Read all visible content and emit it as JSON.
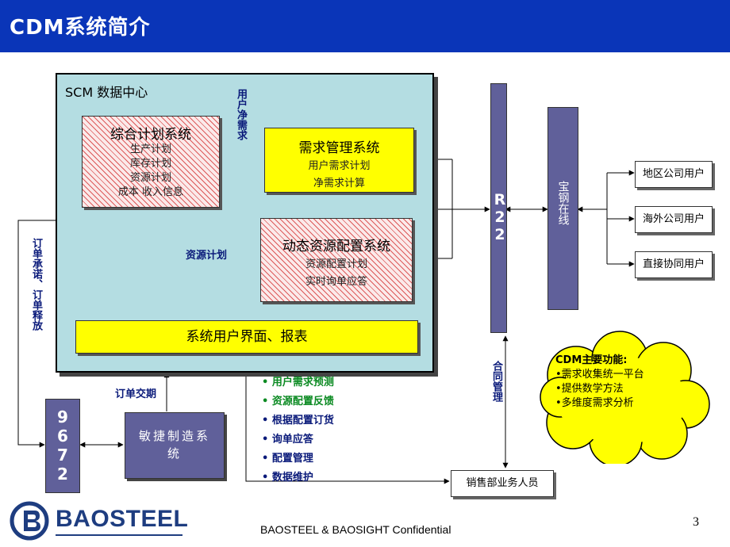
{
  "title": "CDM系统简介",
  "scm_label": "SCM 数据中心",
  "zonghe": {
    "title": "综合计划系统",
    "items": [
      "生产计划",
      "库存计划",
      "资源计划",
      "成本 收入信息"
    ]
  },
  "xuqiu": {
    "title": "需求管理系统",
    "items": [
      "用户需求计划",
      "净需求计算"
    ]
  },
  "dongtai": {
    "title": "动态资源配置系统",
    "items": [
      "资源配置计划",
      "实时询单应答"
    ]
  },
  "ui_bar": "系统用户界面、报表",
  "label_net_demand": "用户净需求",
  "label_resource_plan": "资源计划",
  "label_order_commit": "订单承诺、订单释放",
  "label_order_due": "订单交期",
  "label_contract": "合同管理",
  "r22": "R22",
  "baogang": "宝钢在线",
  "box_9672": "9672",
  "agile_mfg": "敏捷制造系统",
  "users": [
    "地区公司用户",
    "海外公司用户",
    "直接协同用户"
  ],
  "functions": [
    {
      "text": "用户需求预测",
      "color": "green"
    },
    {
      "text": "资源配置反馈",
      "color": "green"
    },
    {
      "text": "根据配置订货",
      "color": "blue"
    },
    {
      "text": "询单应答",
      "color": "blue"
    },
    {
      "text": "配置管理",
      "color": "blue"
    },
    {
      "text": "数据维护",
      "color": "blue"
    }
  ],
  "sales_staff": "销售部业务人员",
  "cloud": {
    "title": "CDM主要功能:",
    "items": [
      "•需求收集统一平台",
      "•提供数学方法",
      "•多维度需求分析"
    ]
  },
  "logo_text": "BAOSTEEL",
  "footer": "BAOSTEEL & BAOSIGHT Confidential",
  "page_number": "3",
  "colors": {
    "title_bar": "#0a35b8",
    "scm_bg": "#b4dde2",
    "yellow": "#ffff00",
    "navy": "#60609a",
    "label_blue": "#0a1a7a",
    "green": "#0b8a22"
  }
}
